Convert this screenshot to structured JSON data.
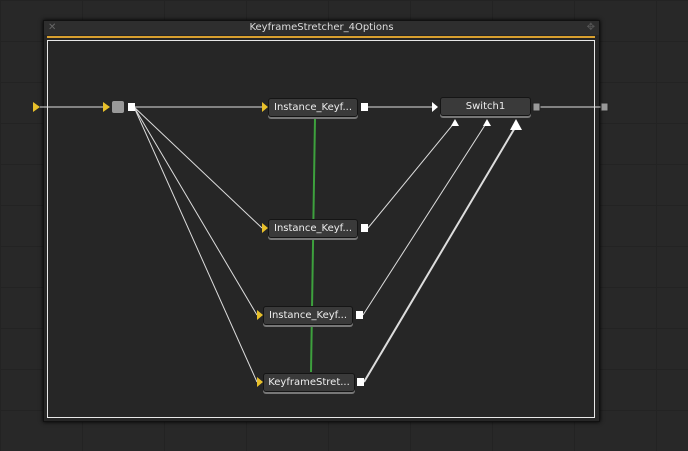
{
  "group": {
    "title": "KeyframeStretcher_4Options"
  },
  "nodes": [
    {
      "label": "Instance_Keyf..."
    },
    {
      "label": "Instance_Keyf..."
    },
    {
      "label": "Instance_Keyf..."
    },
    {
      "label": "KeyframeStret..."
    },
    {
      "label": "Switch1"
    }
  ],
  "colors": {
    "accent": "#d9a02f",
    "input": "#e8c02a",
    "link": "#3da03d"
  }
}
